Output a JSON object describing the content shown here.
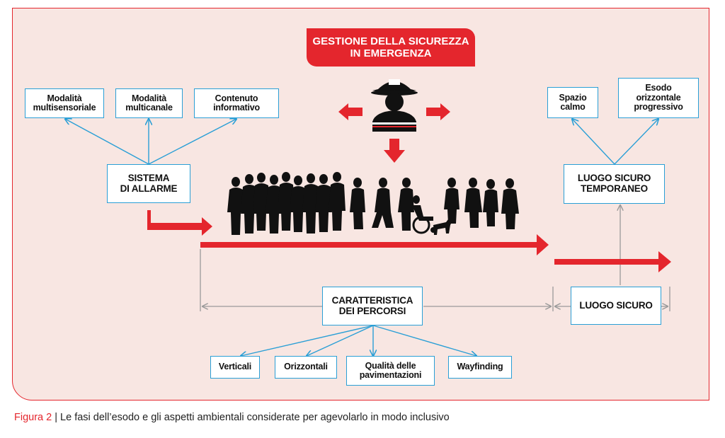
{
  "title": "GESTIONE DELLA SICUREZZA\nIN EMERGENZA",
  "alarm_system": {
    "label": "SISTEMA\nDI ALLARME",
    "children": [
      "Modalità\nmultisensoriale",
      "Modalità\nmulticanale",
      "Contenuto\ninformativo"
    ]
  },
  "temporary_safe_place": {
    "label": "LUOGO SICURO\nTEMPORANEO",
    "children": [
      "Spazio\ncalmo",
      "Esodo\norizzontale\nprogressivo"
    ]
  },
  "safe_place": {
    "label": "LUOGO SICURO"
  },
  "paths": {
    "label": "CARATTERISTICA\nDEI PERCORSI",
    "children": [
      "Verticali",
      "Orizzontali",
      "Qualità delle\npavimentazioni",
      "Wayfinding"
    ]
  },
  "caption": {
    "figure_label": "Figura 2",
    "separator": " | ",
    "text": "Le fasi dell’esodo e gli aspetti ambientali considerate per agevolarlo in modo inclusivo"
  },
  "colors": {
    "red": "#e4262d",
    "blue": "#2a9fd6",
    "background": "#f8e6e2",
    "grey": "#9a9a9a"
  },
  "icons": [
    "firefighter-icon",
    "crowd-silhouettes",
    "wheelchair-user-icon",
    "guide-dog-icon"
  ]
}
